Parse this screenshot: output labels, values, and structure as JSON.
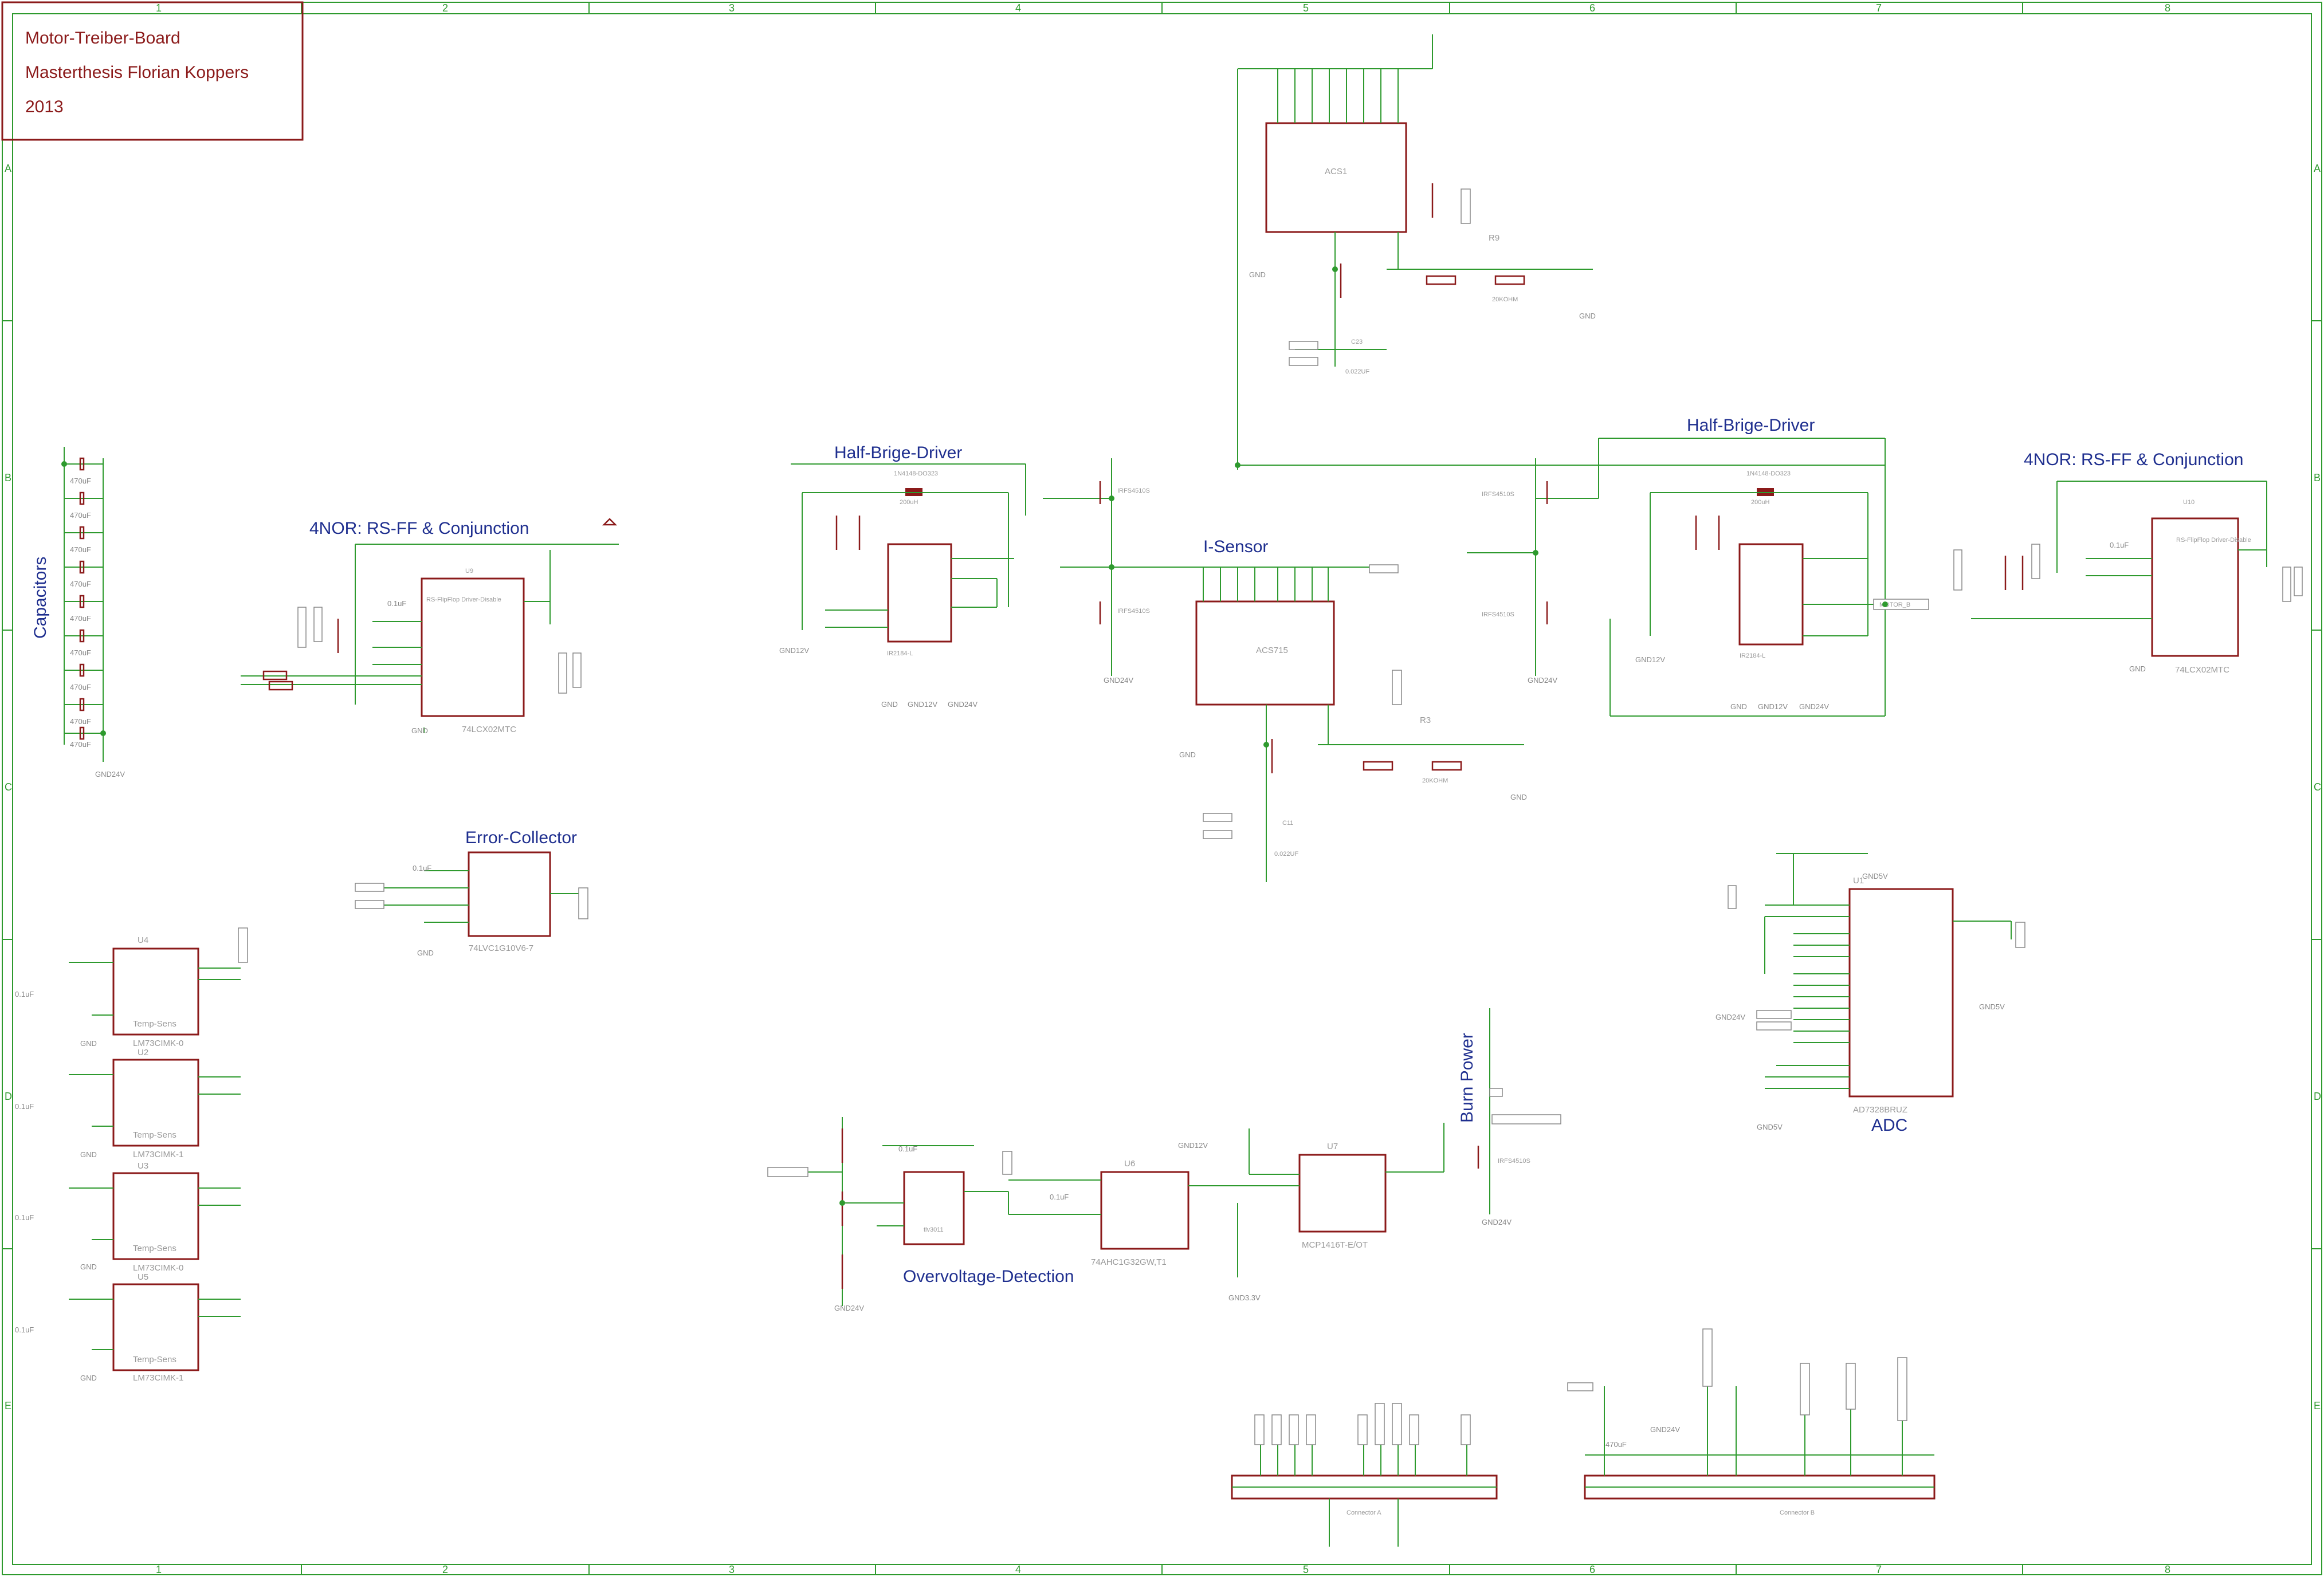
{
  "title_block": {
    "line1": "Motor-Treiber-Board",
    "line2": "Masterthesis Florian Koppers",
    "line3": "2013"
  },
  "grid": {
    "columns": [
      "1",
      "2",
      "3",
      "4",
      "5",
      "6",
      "7",
      "8"
    ],
    "rows": [
      "A",
      "B",
      "C",
      "D",
      "E"
    ]
  },
  "sections": {
    "capacitors": "Capacitors",
    "nor_left": "4NOR: RS-FF & Conjunction",
    "half_bridge_left": "Half-Brige-Driver",
    "i_sensor": "I-Sensor",
    "half_bridge_right": "Half-Brige-Driver",
    "nor_right": "4NOR: RS-FF & Conjunction",
    "error_collector": "Error-Collector",
    "overvoltage": "Overvoltage-Detection",
    "burn_power": "Burn Power",
    "adc": "ADC"
  },
  "parts": {
    "acs1": "ACS1",
    "acs715": "ACS715",
    "u9": "U9",
    "u9_value": "74LCX02MTC",
    "u9_sub": "RS-FlipFlop Driver-Disable",
    "u10": "U10",
    "u10_value": "74LCX02MTC",
    "u10_sub": "RS-FlipFlop Driver-Disable",
    "ir_left": "IR2184-L",
    "ir_right": "IR2184-L",
    "error_ic": "74LVC1G10V6-7",
    "u4": "U4",
    "u4_value": "LM73CIMK-0",
    "u2": "U2",
    "u2_value": "LM73CIMK-1",
    "u3": "U3",
    "u3_value": "LM73CIMK-0",
    "u5": "U5",
    "u5_value": "LM73CIMK-1",
    "temp_sens": "Temp-Sens",
    "u6": "U6",
    "u6_value": "74AHC1G32GW,T1",
    "u7": "U7",
    "u7_value": "MCP1416T-E/OT",
    "u1": "U1",
    "u1_value": "AD7328BRUZ",
    "tlv": "tlv3011",
    "connector_a": "Connector A",
    "connector_b": "Connector B",
    "q_left_top": "IRFS4510S",
    "q_left_bot": "IRFS4510S",
    "q_right_top": "IRFS4510S",
    "q_right_bot": "IRFS4510S",
    "q_burn": "IRFS4510S",
    "r9": "R9",
    "r3": "R3",
    "r_20k_a": "20KOHM",
    "r_20k_b": "20KOHM",
    "c23": "C23",
    "c23_val": "0.022UF",
    "c11": "C11",
    "c11_val": "0.022UF",
    "l1_val": "200uH",
    "l2_val": "200uH",
    "diode_left": "1N4148-DO323",
    "diode_right": "1N4148-DO323",
    "cap_470": "470uF",
    "cap_01": "0.1uF",
    "gnd": "GND",
    "gnd24": "GND24V",
    "gnd12": "GND12V",
    "gnd5": "GND5V",
    "gnd33": "GND3.3V",
    "motor_b": "MOTOR_B"
  }
}
